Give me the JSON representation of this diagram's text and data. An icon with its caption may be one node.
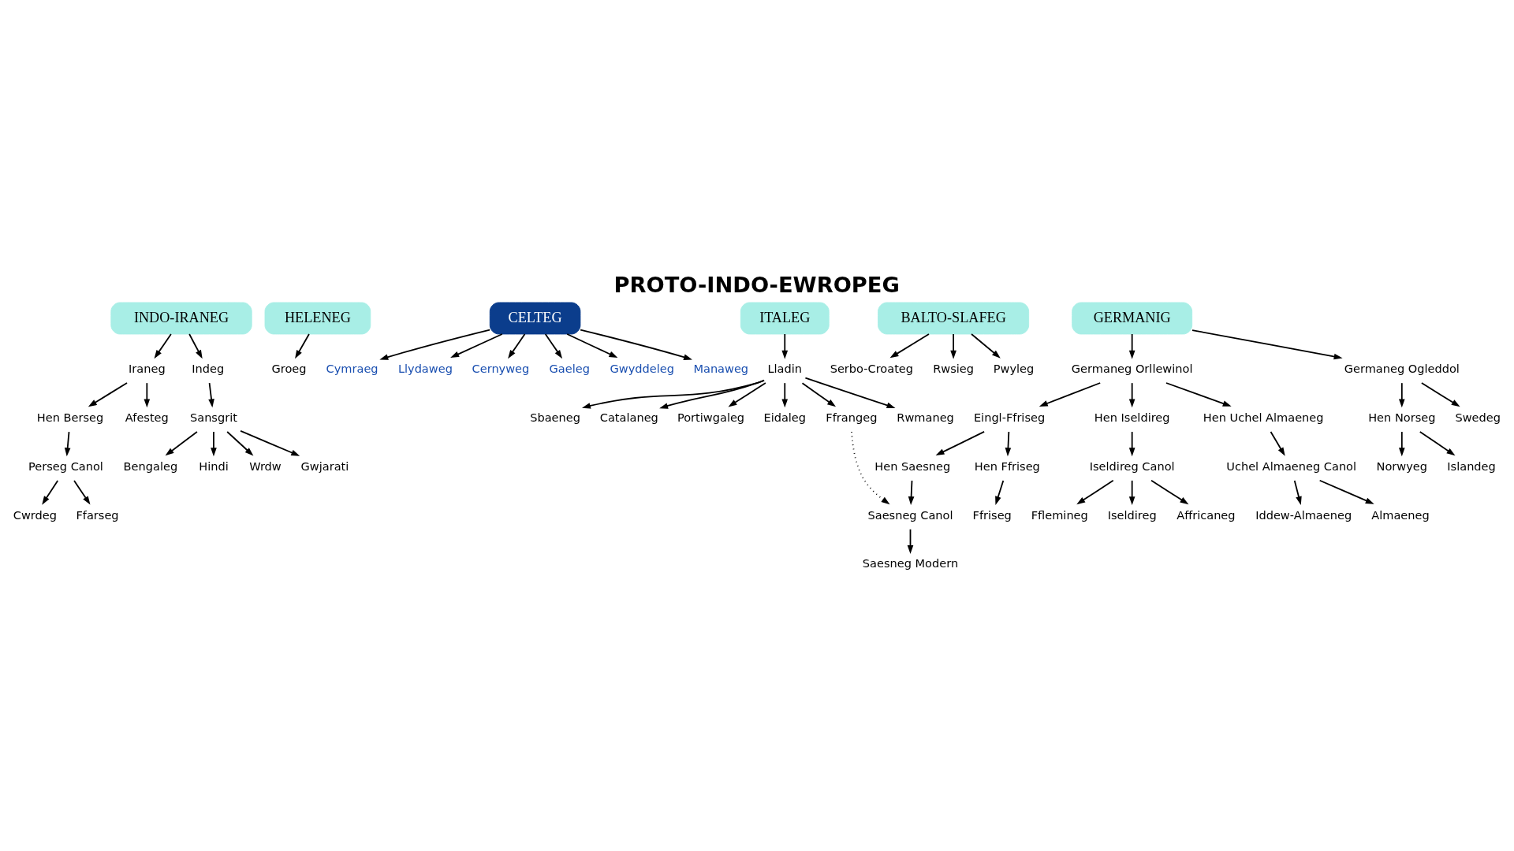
{
  "diagram": {
    "title": "PROTO-INDO-EWROPEG",
    "nodes": [
      {
        "text": [
          "INDO-IRANEG"
        ]
      },
      {
        "text": [
          "HELENEG"
        ]
      },
      {
        "text": [
          "CELTEG"
        ]
      },
      {
        "text": [
          "ITALEG"
        ]
      },
      {
        "text": [
          "BALTO-SLAFEG"
        ]
      },
      {
        "text": [
          "GERMANIG"
        ]
      },
      {
        "text": [
          "Indeg"
        ]
      },
      {
        "text": [
          "Iraneg"
        ]
      },
      {
        "text": [
          "Afesteg"
        ]
      },
      {
        "text": [
          "Hen Berseg"
        ]
      },
      {
        "text": [
          "Perseg Canol"
        ]
      },
      {
        "text": [
          "Ffarseg"
        ]
      },
      {
        "text": [
          "Cwrdeg"
        ]
      },
      {
        "text": [
          "Sansgrit"
        ]
      },
      {
        "text": [
          "Bengaleg"
        ]
      },
      {
        "text": [
          "Hindi"
        ]
      },
      {
        "text": [
          "Wrdw"
        ]
      },
      {
        "text": [
          "Gwjarati"
        ]
      },
      {
        "text": [
          "Groeg"
        ]
      },
      {
        "text": [
          "Gaeleg"
        ]
      },
      {
        "text": [
          "Gwyddeleg"
        ]
      },
      {
        "text": [
          "Manaweg"
        ]
      },
      {
        "text": [
          "Cymraeg"
        ]
      },
      {
        "text": [
          "Llydaweg"
        ]
      },
      {
        "text": [
          "Cernyweg"
        ]
      },
      {
        "text": [
          "Lladin"
        ]
      },
      {
        "text": [
          "Ffrangeg"
        ]
      },
      {
        "text": [
          "Rwmaneg"
        ]
      },
      {
        "text": [
          "Sbaeneg"
        ]
      },
      {
        "text": [
          "Catalaneg"
        ]
      },
      {
        "text": [
          "Portiwgaleg"
        ]
      },
      {
        "text": [
          "Eidaleg"
        ]
      },
      {
        "text": [
          "Pwyleg"
        ]
      },
      {
        "text": [
          "Serbo-Croateg"
        ]
      },
      {
        "text": [
          "Rwsieg"
        ]
      },
      {
        "text": [
          "Germaneg Ogleddol"
        ]
      },
      {
        "text": [
          "Hen Norseg"
        ]
      },
      {
        "text": [
          "Swedeg"
        ]
      },
      {
        "text": [
          "Norwyeg"
        ]
      },
      {
        "text": [
          "Islandeg"
        ]
      },
      {
        "text": [
          "Germaneg Orllewinol"
        ]
      },
      {
        "text": [
          "Eingl-Ffriseg"
        ]
      },
      {
        "text": [
          "Hen Iseldireg"
        ]
      },
      {
        "text": [
          "Hen Uchel Almaeneg"
        ]
      },
      {
        "text": [
          "Hen Saesneg"
        ]
      },
      {
        "text": [
          "Hen Ffriseg"
        ]
      },
      {
        "text": [
          "Saesneg Canol"
        ]
      },
      {
        "text": [
          "Ffriseg"
        ]
      },
      {
        "text": [
          "Saesneg Modern"
        ]
      },
      {
        "text": [
          "Iseldireg Canol"
        ]
      },
      {
        "text": [
          "Fflemineg"
        ]
      },
      {
        "text": [
          "Iseldireg"
        ]
      },
      {
        "text": [
          "Affricaneg"
        ]
      },
      {
        "text": [
          "Uchel Almaeneg Canol"
        ]
      },
      {
        "text": [
          "Almaeneg"
        ]
      },
      {
        "text": [
          "Iddew-Almaeneg"
        ]
      }
    ],
    "edges": [
      {
        "from": 0,
        "to": 6,
        "arrow": "to"
      },
      {
        "from": 0,
        "to": 7,
        "arrow": "to"
      },
      {
        "from": 7,
        "to": 8,
        "arrow": "to"
      },
      {
        "from": 7,
        "to": 9,
        "arrow": "to"
      },
      {
        "from": 9,
        "to": 10,
        "arrow": "to"
      },
      {
        "from": 10,
        "to": 11,
        "arrow": "to"
      },
      {
        "from": 10,
        "to": 12,
        "arrow": "to"
      },
      {
        "from": 6,
        "to": 13,
        "arrow": "to"
      },
      {
        "from": 13,
        "to": 14,
        "arrow": "to"
      },
      {
        "from": 13,
        "to": 15,
        "arrow": "to"
      },
      {
        "from": 13,
        "to": 16,
        "arrow": "to"
      },
      {
        "from": 13,
        "to": 17,
        "arrow": "to"
      },
      {
        "from": 1,
        "to": 18,
        "arrow": "to"
      },
      {
        "from": 2,
        "to": 19,
        "arrow": "to"
      },
      {
        "from": 2,
        "to": 20,
        "arrow": "to"
      },
      {
        "from": 2,
        "to": 21,
        "arrow": "to"
      },
      {
        "from": 2,
        "to": 22,
        "arrow": "to"
      },
      {
        "from": 2,
        "to": 23,
        "arrow": "to"
      },
      {
        "from": 2,
        "to": 24,
        "arrow": "to"
      },
      {
        "from": 3,
        "to": 25,
        "arrow": "to"
      },
      {
        "from": 25,
        "to": 26,
        "arrow": "to"
      },
      {
        "from": 25,
        "to": 27,
        "arrow": "to"
      },
      {
        "from": 25,
        "to": 28,
        "arrow": "to"
      },
      {
        "from": 25,
        "to": 29,
        "arrow": "to"
      },
      {
        "from": 25,
        "to": 30,
        "arrow": "to"
      },
      {
        "from": 25,
        "to": 31,
        "arrow": "to"
      },
      {
        "from": 4,
        "to": 32,
        "arrow": "to"
      },
      {
        "from": 4,
        "to": 33,
        "arrow": "to"
      },
      {
        "from": 4,
        "to": 34,
        "arrow": "to"
      },
      {
        "from": 5,
        "to": 35,
        "arrow": "to"
      },
      {
        "from": 35,
        "to": 36,
        "arrow": "to"
      },
      {
        "from": 35,
        "to": 37,
        "arrow": "to"
      },
      {
        "from": 36,
        "to": 38,
        "arrow": "to"
      },
      {
        "from": 36,
        "to": 39,
        "arrow": "to"
      },
      {
        "from": 5,
        "to": 40,
        "arrow": "to"
      },
      {
        "from": 40,
        "to": 41,
        "arrow": "to"
      },
      {
        "from": 40,
        "to": 42,
        "arrow": "to"
      },
      {
        "from": 40,
        "to": 43,
        "arrow": "to"
      },
      {
        "from": 41,
        "to": 44,
        "arrow": "to"
      },
      {
        "from": 41,
        "to": 45,
        "arrow": "to"
      },
      {
        "from": 44,
        "to": 46,
        "arrow": "to"
      },
      {
        "from": 45,
        "to": 47,
        "arrow": "to"
      },
      {
        "from": 46,
        "to": 48,
        "arrow": "to"
      },
      {
        "from": 26,
        "to": 46,
        "arrow": "to",
        "style": "dashed"
      },
      {
        "from": 42,
        "to": 49,
        "arrow": "to"
      },
      {
        "from": 49,
        "to": 50,
        "arrow": "to"
      },
      {
        "from": 49,
        "to": 51,
        "arrow": "to"
      },
      {
        "from": 49,
        "to": 52,
        "arrow": "to"
      },
      {
        "from": 43,
        "to": 53,
        "arrow": "to"
      },
      {
        "from": 53,
        "to": 54,
        "arrow": "to"
      },
      {
        "from": 53,
        "to": 55,
        "arrow": "to"
      }
    ]
  }
}
